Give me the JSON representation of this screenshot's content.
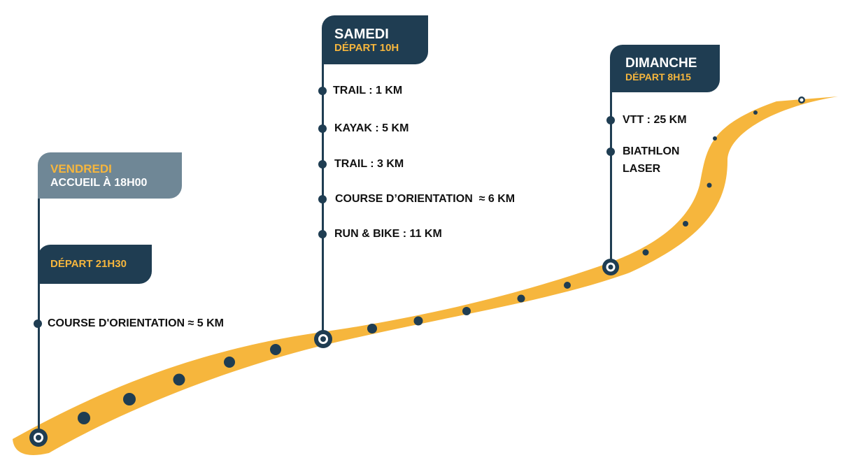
{
  "colors": {
    "road": "#f6b63d",
    "navy": "#1f3d52",
    "grey": "#6f8796"
  },
  "days": {
    "friday": {
      "flag_title": "VENDREDI",
      "flag_subtitle": "ACCUEIL À 18H00",
      "depart": "DÉPART 21H30",
      "items": [
        "COURSE D'ORIENTATION ≈ 5 KM"
      ]
    },
    "saturday": {
      "flag_title": "SAMEDI",
      "depart": "DÉPART 10H",
      "items": [
        "TRAIL : 1 KM",
        "KAYAK : 5 KM",
        "TRAIL : 3 KM",
        "COURSE D’ORIENTATION  ≈ 6 KM",
        "RUN & BIKE : 11 KM"
      ]
    },
    "sunday": {
      "flag_title": "DIMANCHE",
      "depart": "DÉPART 8H15",
      "items": [
        "VTT : 25 KM",
        "BIATHLON",
        "LASER"
      ]
    }
  }
}
